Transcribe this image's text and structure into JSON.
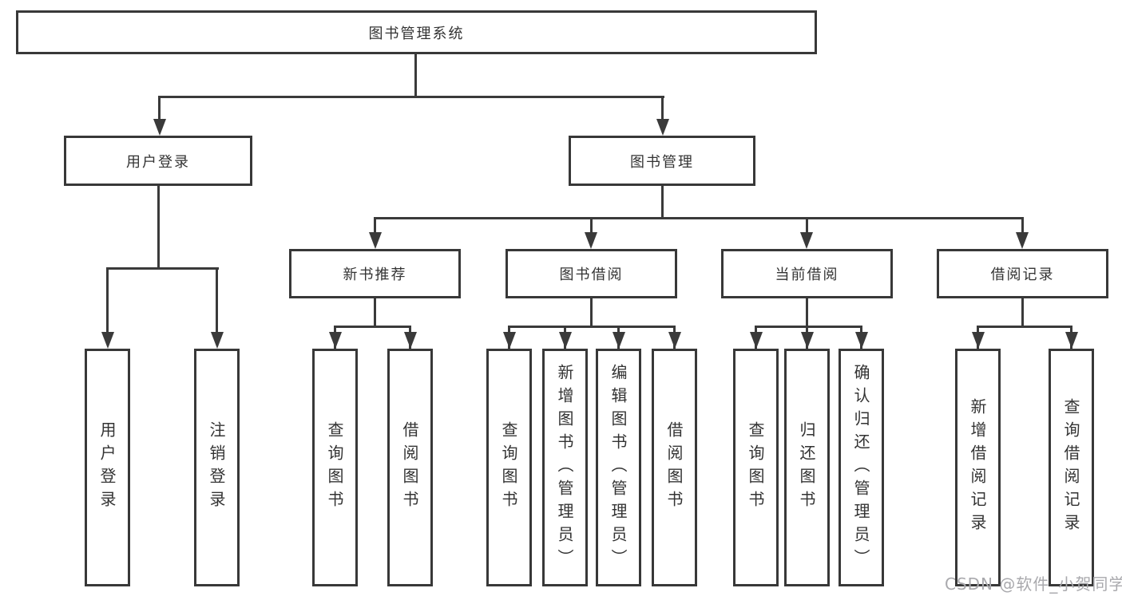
{
  "nodes": {
    "root": "图书管理系统",
    "level2": {
      "userLogin": "用户登录",
      "bookManagement": "图书管理"
    },
    "level3": {
      "newBookRecommend": "新书推荐",
      "bookBorrow": "图书借阅",
      "currentBorrow": "当前借阅",
      "borrowRecord": "借阅记录"
    },
    "leaves": {
      "userLogin": [
        "用户登录",
        "注销登录"
      ],
      "newBookRecommend": [
        "查询图书",
        "借阅图书"
      ],
      "bookBorrow": [
        "查询图书",
        "新增图书（管理员）",
        "编辑图书（管理员）",
        "借阅图书"
      ],
      "currentBorrow": [
        "查询图书",
        "归还图书",
        "确认归还（管理员）"
      ],
      "borrowRecord": [
        "新增借阅记录",
        "查询借阅记录"
      ]
    }
  },
  "watermark": "CSDN @软件_小贺同学",
  "colors": {
    "line": "#3a3a3a",
    "text": "#333333",
    "watermark": "#a9a9ad",
    "background": "#ffffff"
  }
}
